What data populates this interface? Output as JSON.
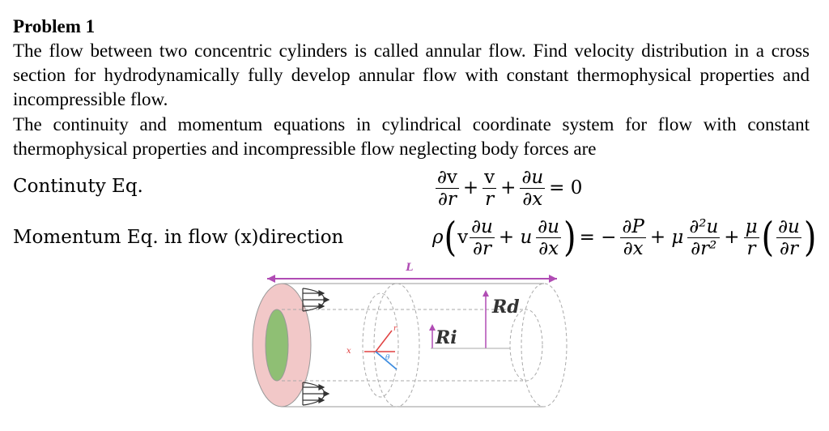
{
  "problem": {
    "title": "Problem 1",
    "paragraph1": "The flow between two concentric cylinders is called annular flow. Find velocity distribution in a cross section for hydrodynamically fully develop annular flow with constant thermophysical properties and incompressible flow.",
    "paragraph2": "The continuity and momentum equations in cylindrical coordinate system for flow with constant thermophysical properties and incompressible flow neglecting body forces are"
  },
  "equations": {
    "continuity_label": "Continuty Eq.",
    "momentum_label": "Momentum Eq. in flow (x)direction",
    "eq1": {
      "t1_num": "∂v",
      "t1_den": "∂r",
      "plus1": "+",
      "t2_num": "v",
      "t2_den": "r",
      "plus2": "+",
      "t3_num": "∂u",
      "t3_den": "∂x",
      "rhs": "= 0"
    },
    "eq2": {
      "rho": "ρ",
      "lparen": "(",
      "v": "v",
      "a_num": "∂u",
      "a_den": "∂r",
      "plus_u": "+ u",
      "b_num": "∂u",
      "b_den": "∂x",
      "rparen": ")",
      "eq_minus": "= −",
      "c_num": "∂P",
      "c_den": "∂x",
      "plus_mu": "+ μ",
      "d_num": "∂²u",
      "d_den": "∂r²",
      "plus": "+",
      "e_num": "μ",
      "e_den": "r",
      "lparen2": "(",
      "f_num": "∂u",
      "f_den": "∂r",
      "rparen2": ")"
    }
  },
  "figure": {
    "length_label": "L",
    "outer_radius_label": "Rd",
    "inner_radius_label": "Ri",
    "x_label": "x",
    "r_label": "r",
    "theta_label": "θ",
    "colors": {
      "arrow": "#b04cb4",
      "inner": "#8fbf74",
      "outer": "#f2c8c8",
      "axis_red": "#e04040",
      "axis_blue": "#3c8ce0"
    }
  }
}
